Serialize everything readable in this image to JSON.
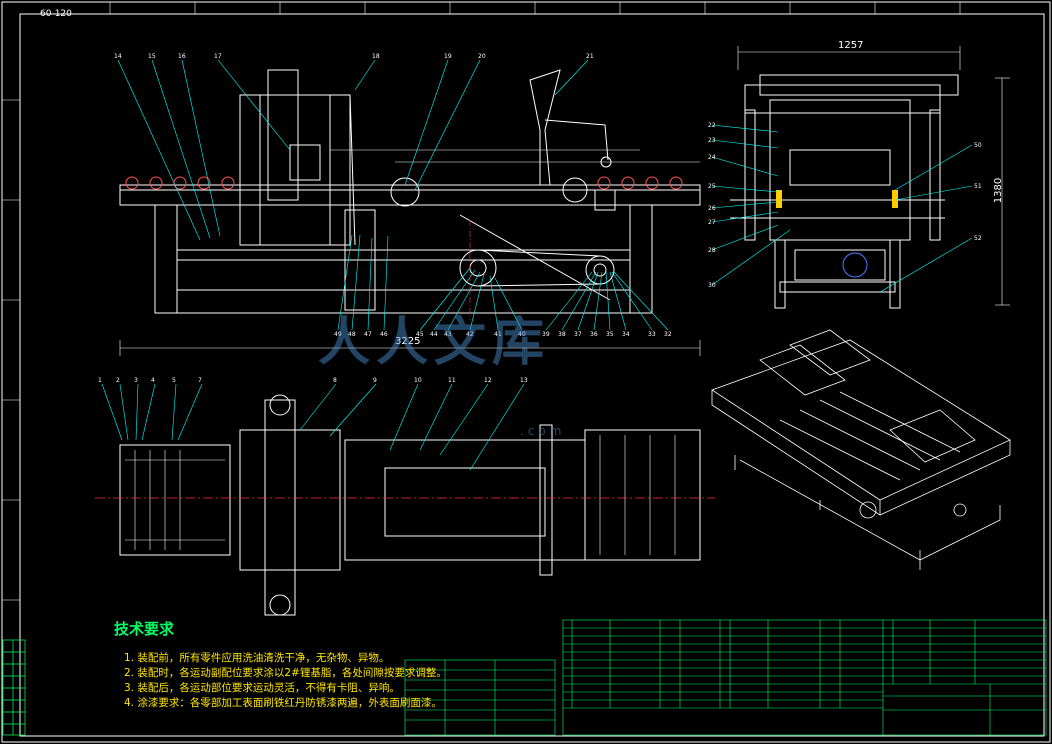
{
  "sheet_code": "60-120",
  "dimensions": {
    "overall_length": "3225",
    "side_width": "1257",
    "side_height": "1380"
  },
  "watermark": {
    "text": "人人文库",
    "sub": ".com"
  },
  "requirements": {
    "title": "技术要求",
    "items": [
      "1. 装配前，所有零件应用洗油清洗干净，无杂物、异物。",
      "2. 装配时，各运动副配位要求涂以2#锂基脂，各处间隙按要求调整。",
      "3. 装配后，各运动部位要求运动灵活，不得有卡阻、异响。",
      "4. 涂漆要求：各零部加工表面刷铁红丹防锈漆两遍，外表面刷面漆。"
    ]
  },
  "colors": {
    "frame": "#ffffff",
    "lines": "#ffffff",
    "leaders": "#00ffff",
    "center": "#ff3030",
    "table": "#00ff66",
    "text": "#ffe600",
    "blue": "#4a7bff"
  }
}
